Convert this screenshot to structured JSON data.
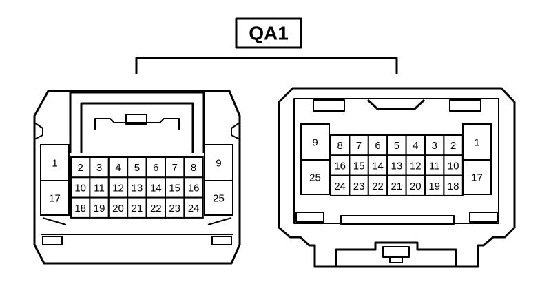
{
  "connector": {
    "label": "QA1",
    "left": {
      "left_column": [
        "1",
        "17"
      ],
      "rows": [
        [
          "2",
          "3",
          "4",
          "5",
          "6",
          "7",
          "8"
        ],
        [
          "10",
          "11",
          "12",
          "13",
          "14",
          "15",
          "16"
        ],
        [
          "18",
          "19",
          "20",
          "21",
          "22",
          "23",
          "24"
        ]
      ],
      "right_column": [
        "9",
        "25"
      ]
    },
    "right": {
      "left_column": [
        "9",
        "25"
      ],
      "rows": [
        [
          "8",
          "7",
          "6",
          "5",
          "4",
          "3",
          "2"
        ],
        [
          "16",
          "15",
          "14",
          "13",
          "12",
          "11",
          "10"
        ],
        [
          "24",
          "23",
          "22",
          "21",
          "20",
          "19",
          "18"
        ]
      ],
      "right_column": [
        "1",
        "17"
      ]
    }
  },
  "colors": {
    "line": "#000000",
    "background": "#ffffff"
  }
}
